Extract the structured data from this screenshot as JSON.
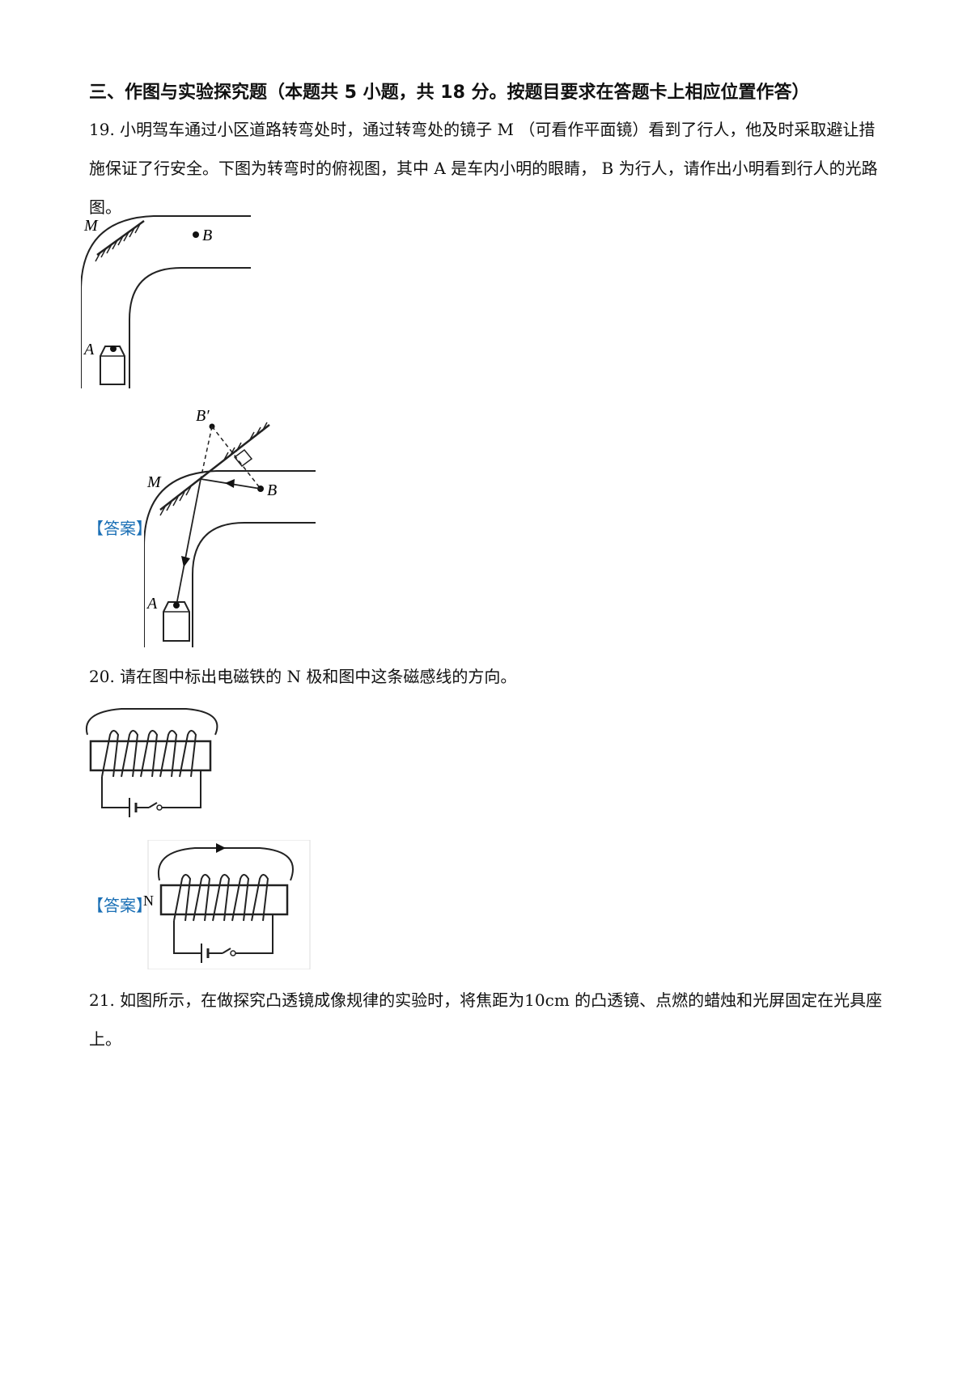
{
  "section_heading": "三、作图与实验探究题（本题共 5 小题，共 18 分。按题目要求在答题卡上相应位置作答）",
  "q19": {
    "text": "19. 小明驾车通过小区道路转弯处时，通过转弯处的镜子 M （可看作平面镜）看到了行人，他及时采取避让措施保证了行安全。下图为转弯时的俯视图，其中 A 是车内小明的眼睛， B 为行人，请作出小明看到行人的光路图。",
    "fig_labels": {
      "mirror": "M",
      "pedestrian": "B",
      "eye": "A"
    },
    "answer_label": "【答案】",
    "answer_labels": {
      "image": "B′",
      "mirror": "M",
      "pedestrian": "B",
      "eye": "A"
    }
  },
  "q20": {
    "text": "20. 请在图中标出电磁铁的 N 极和图中这条磁感线的方向。",
    "answer_label": "【答案】",
    "answer_pole": "N"
  },
  "q21": {
    "text": "21. 如图所示，在做探究凸透镜成像规律的实验时，将焦距为10cm 的凸透镜、点燃的蜡烛和光屏固定在光具座上。"
  }
}
